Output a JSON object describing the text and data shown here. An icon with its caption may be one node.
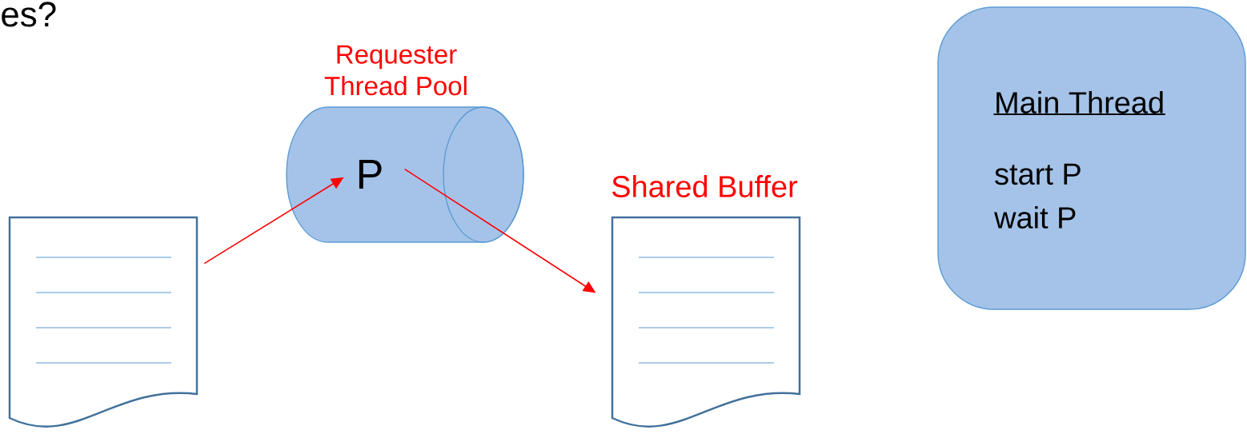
{
  "diagram": {
    "nodes": [
      {
        "text": [],
        "shape": "document"
      },
      {
        "text": [
          "Requester Thread Pool",
          "P"
        ]
      },
      {
        "text": [
          "Shared Buffer"
        ]
      },
      {
        "text": [
          "Main Thread",
          "start P",
          "wait P"
        ]
      }
    ],
    "edges": [
      {
        "from": 0,
        "to": 1,
        "arrow": "to"
      },
      {
        "from": 1,
        "to": 2,
        "arrow": "to"
      }
    ],
    "labels": [
      "es?"
    ]
  }
}
